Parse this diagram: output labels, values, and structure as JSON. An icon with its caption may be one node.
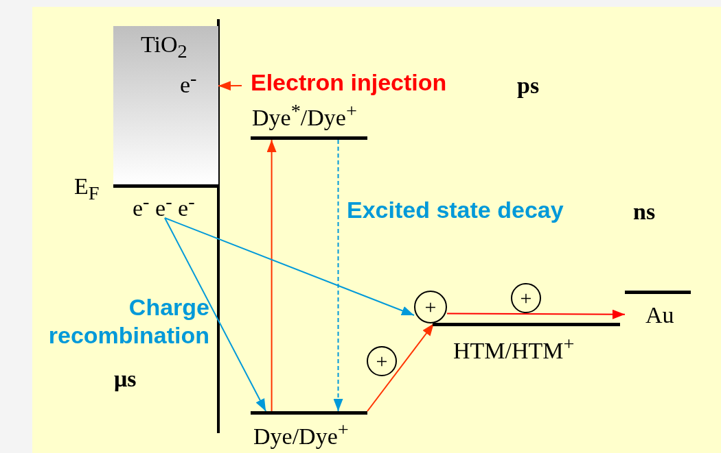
{
  "diagram": {
    "nodes": [
      {
        "text": [
          "TiO$_{2}$",
          "e$^{-}$"
        ]
      },
      {
        "text": [
          "e$^{-}$ e$^{-}$ e$^{-}$"
        ]
      },
      {
        "text": [
          "Dye$^{*}$/Dye$^{+}$"
        ]
      },
      {
        "text": [
          "Dye/Dye$^{+}$"
        ]
      },
      {
        "text": [
          "+"
        ]
      },
      {
        "text": [
          "HTM/HTM$^{+}$"
        ]
      },
      {
        "text": [
          "Au"
        ]
      },
      {
        "text": [
          "+"
        ]
      },
      {
        "text": [
          "+"
        ]
      }
    ],
    "edges": [
      {
        "from": null,
        "to": 0,
        "arrow": "to",
        "color": "#ff3300"
      },
      {
        "from": 3,
        "to": 2,
        "arrow": "to",
        "color": "#ff3300"
      },
      {
        "from": 2,
        "to": 3,
        "arrow": "to",
        "style": "dashed",
        "color": "#0099d9"
      },
      {
        "from": 1,
        "to": 3,
        "arrow": "to",
        "color": "#0099d9"
      },
      {
        "from": 1,
        "to": 4,
        "arrow": "to",
        "color": "#0099d9"
      },
      {
        "from": 3,
        "to": 4,
        "arrow": "to",
        "color": "#ff3300"
      },
      {
        "from": 4,
        "to": 6,
        "arrow": "to",
        "color": "#ff0000"
      }
    ],
    "labels": [
      "E$_{F}$",
      "Electron injection",
      "ps",
      "Excited state decay",
      "ns",
      "Charge recombination",
      "μs"
    ]
  }
}
